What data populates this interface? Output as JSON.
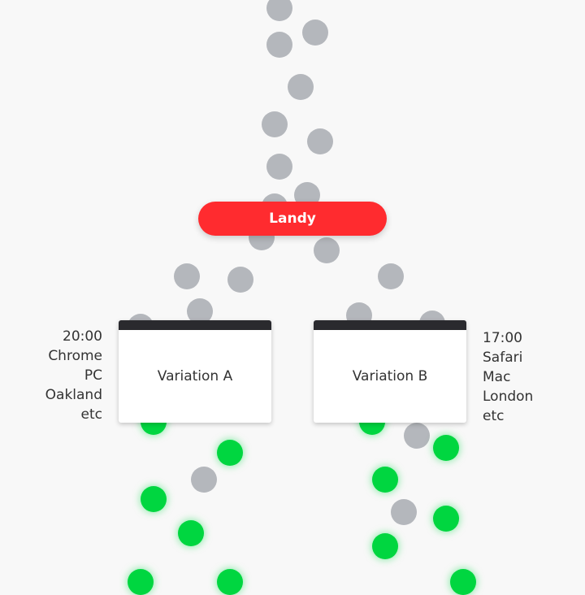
{
  "colors": {
    "accent": "#ff2b2f",
    "window_bar": "#2a2a2e",
    "visitor_grey": "#b4b7bc",
    "conversion_green": "#00d640"
  },
  "router": {
    "label": "Landy"
  },
  "variations": [
    {
      "label": "Variation A",
      "details": [
        "20:00",
        "Chrome",
        "PC",
        "Oakland",
        "etc"
      ]
    },
    {
      "label": "Variation B",
      "details": [
        "17:00",
        "Safari",
        "Mac",
        "London",
        "etc"
      ]
    }
  ]
}
